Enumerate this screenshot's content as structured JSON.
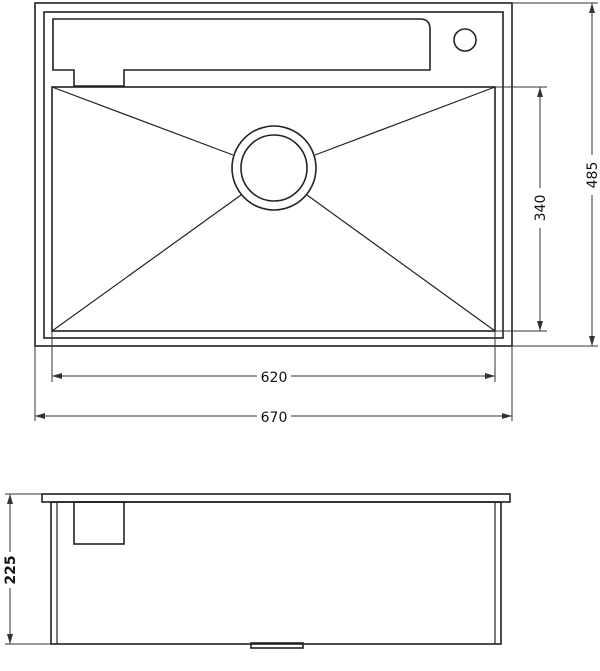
{
  "drawing": {
    "top_view": {
      "width_outer": "670",
      "width_bowl": "620",
      "depth_outer": "485",
      "depth_bowl": "340"
    },
    "side_view": {
      "height": "225"
    }
  }
}
